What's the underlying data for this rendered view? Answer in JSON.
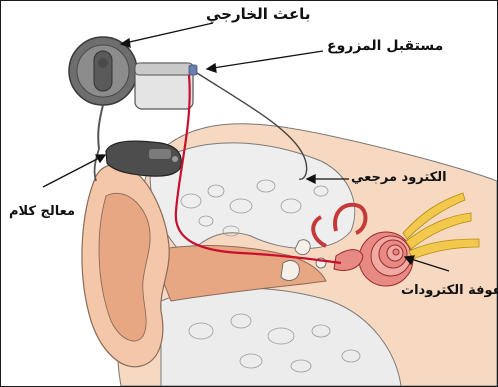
{
  "labels": {
    "transmitter": "باعث الخارجي",
    "receiver": "مستقبل المزروع",
    "ref_electrode": "الكترود مرجعي",
    "speech_processor": "معالج كلام",
    "electrode_array": "صفوفة الكترودات"
  },
  "colors": {
    "skin": "#f4c7a8",
    "skin_dark": "#e8a783",
    "bone": "#f0f0f0",
    "cochlea": "#e88a84",
    "nerve": "#f2c94c",
    "device_gray": "#6e6e6e",
    "lead_red": "#c8102e"
  }
}
